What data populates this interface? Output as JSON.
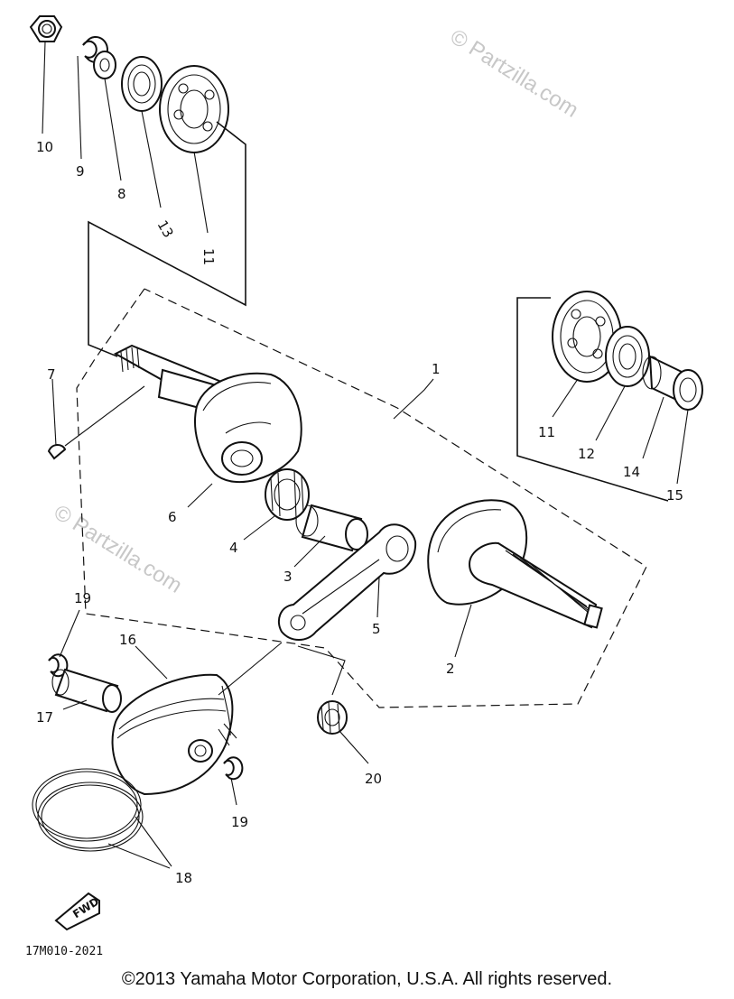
{
  "callouts": [
    {
      "id": "10",
      "text": "10"
    },
    {
      "id": "9",
      "text": "9"
    },
    {
      "id": "8",
      "text": "8"
    },
    {
      "id": "13",
      "text": "13"
    },
    {
      "id": "11a",
      "text": "11"
    },
    {
      "id": "7",
      "text": "7"
    },
    {
      "id": "1",
      "text": "1"
    },
    {
      "id": "11b",
      "text": "11"
    },
    {
      "id": "12",
      "text": "12"
    },
    {
      "id": "14",
      "text": "14"
    },
    {
      "id": "15",
      "text": "15"
    },
    {
      "id": "6",
      "text": "6"
    },
    {
      "id": "4",
      "text": "4"
    },
    {
      "id": "3",
      "text": "3"
    },
    {
      "id": "5",
      "text": "5"
    },
    {
      "id": "2",
      "text": "2"
    },
    {
      "id": "19a",
      "text": "19"
    },
    {
      "id": "16",
      "text": "16"
    },
    {
      "id": "17",
      "text": "17"
    },
    {
      "id": "20",
      "text": "20"
    },
    {
      "id": "19b",
      "text": "19"
    },
    {
      "id": "18",
      "text": "18"
    }
  ],
  "watermark": "© Partzilla.com",
  "fwd_label": "FWD",
  "diagram_code": "17M010-2021",
  "copyright": "©2013  Yamaha Motor Corporation, U.S.A. All rights reserved."
}
